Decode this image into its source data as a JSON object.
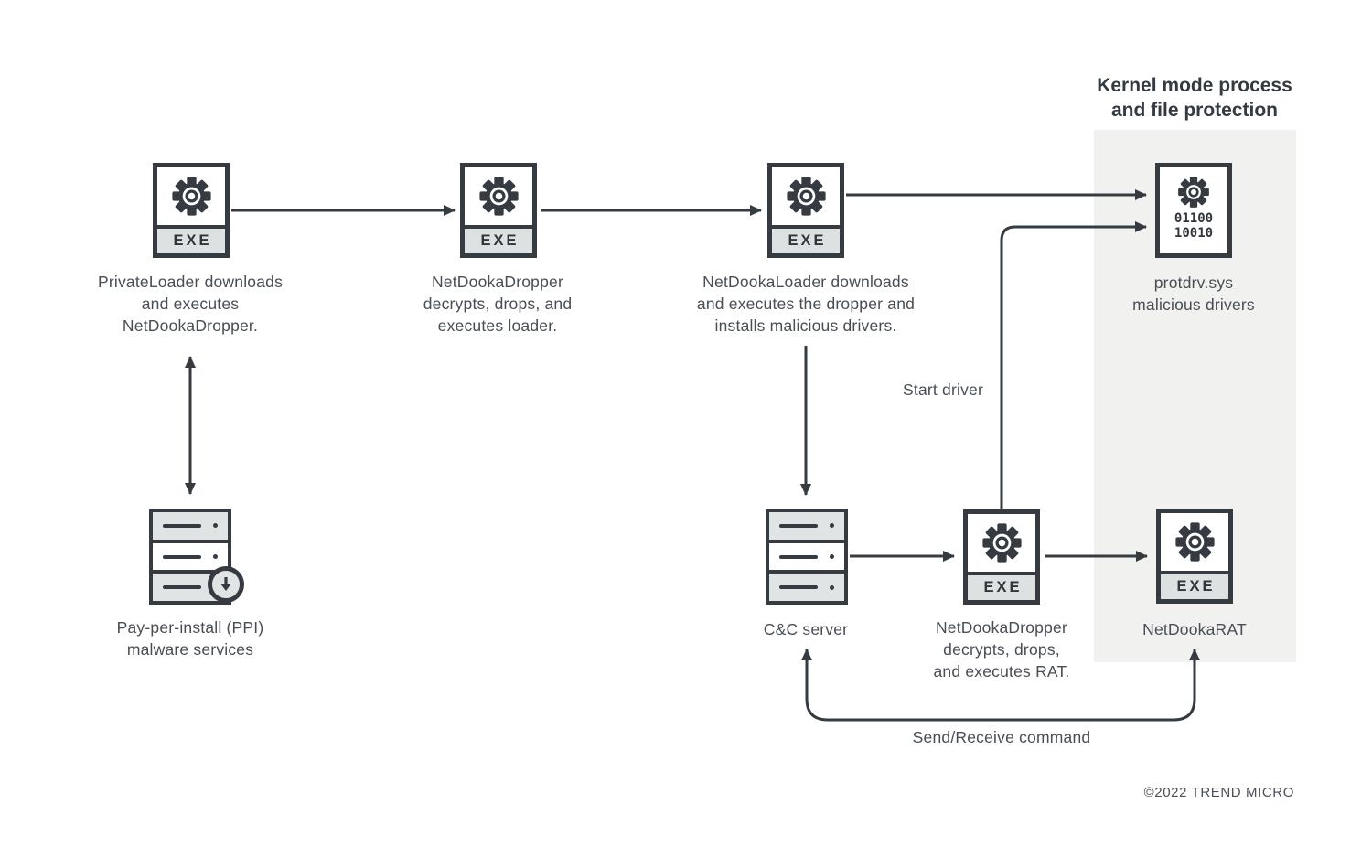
{
  "diagram": {
    "panel": {
      "title_line1": "Kernel mode process",
      "title_line2": "and file protection"
    },
    "exe_badge": "EXE",
    "nodes": {
      "privateloader": {
        "icon": "exe-file",
        "lines": [
          "PrivateLoader downloads",
          "and executes",
          "NetDookaDropper."
        ]
      },
      "dropper_top": {
        "icon": "exe-file",
        "lines": [
          "NetDookaDropper",
          "decrypts, drops, and",
          "executes loader."
        ]
      },
      "loader": {
        "icon": "exe-file",
        "lines": [
          "NetDookaLoader downloads",
          "and executes the dropper and",
          "installs malicious drivers."
        ]
      },
      "protdrv": {
        "icon": "driver-file",
        "binary": [
          "01100",
          "10010"
        ],
        "lines": [
          "protdrv.sys",
          "malicious drivers"
        ]
      },
      "ppi": {
        "icon": "server-download",
        "lines": [
          "Pay-per-install (PPI)",
          "malware services"
        ]
      },
      "cc_server": {
        "icon": "server",
        "lines": [
          "C&C server"
        ]
      },
      "dropper_bottom": {
        "icon": "exe-file",
        "lines": [
          "NetDookaDropper",
          "decrypts, drops,",
          "and executes RAT."
        ]
      },
      "rat": {
        "icon": "exe-file",
        "lines": [
          "NetDookaRAT"
        ]
      }
    },
    "edge_labels": {
      "start_driver": "Start driver",
      "send_receive": "Send/Receive command"
    },
    "copyright": "©2022 TREND MICRO",
    "colors": {
      "icon_stroke": "#353b41",
      "panel_bg": "#f1f1f0",
      "band_bg": "#dee1e2",
      "text": "#484e54"
    }
  }
}
